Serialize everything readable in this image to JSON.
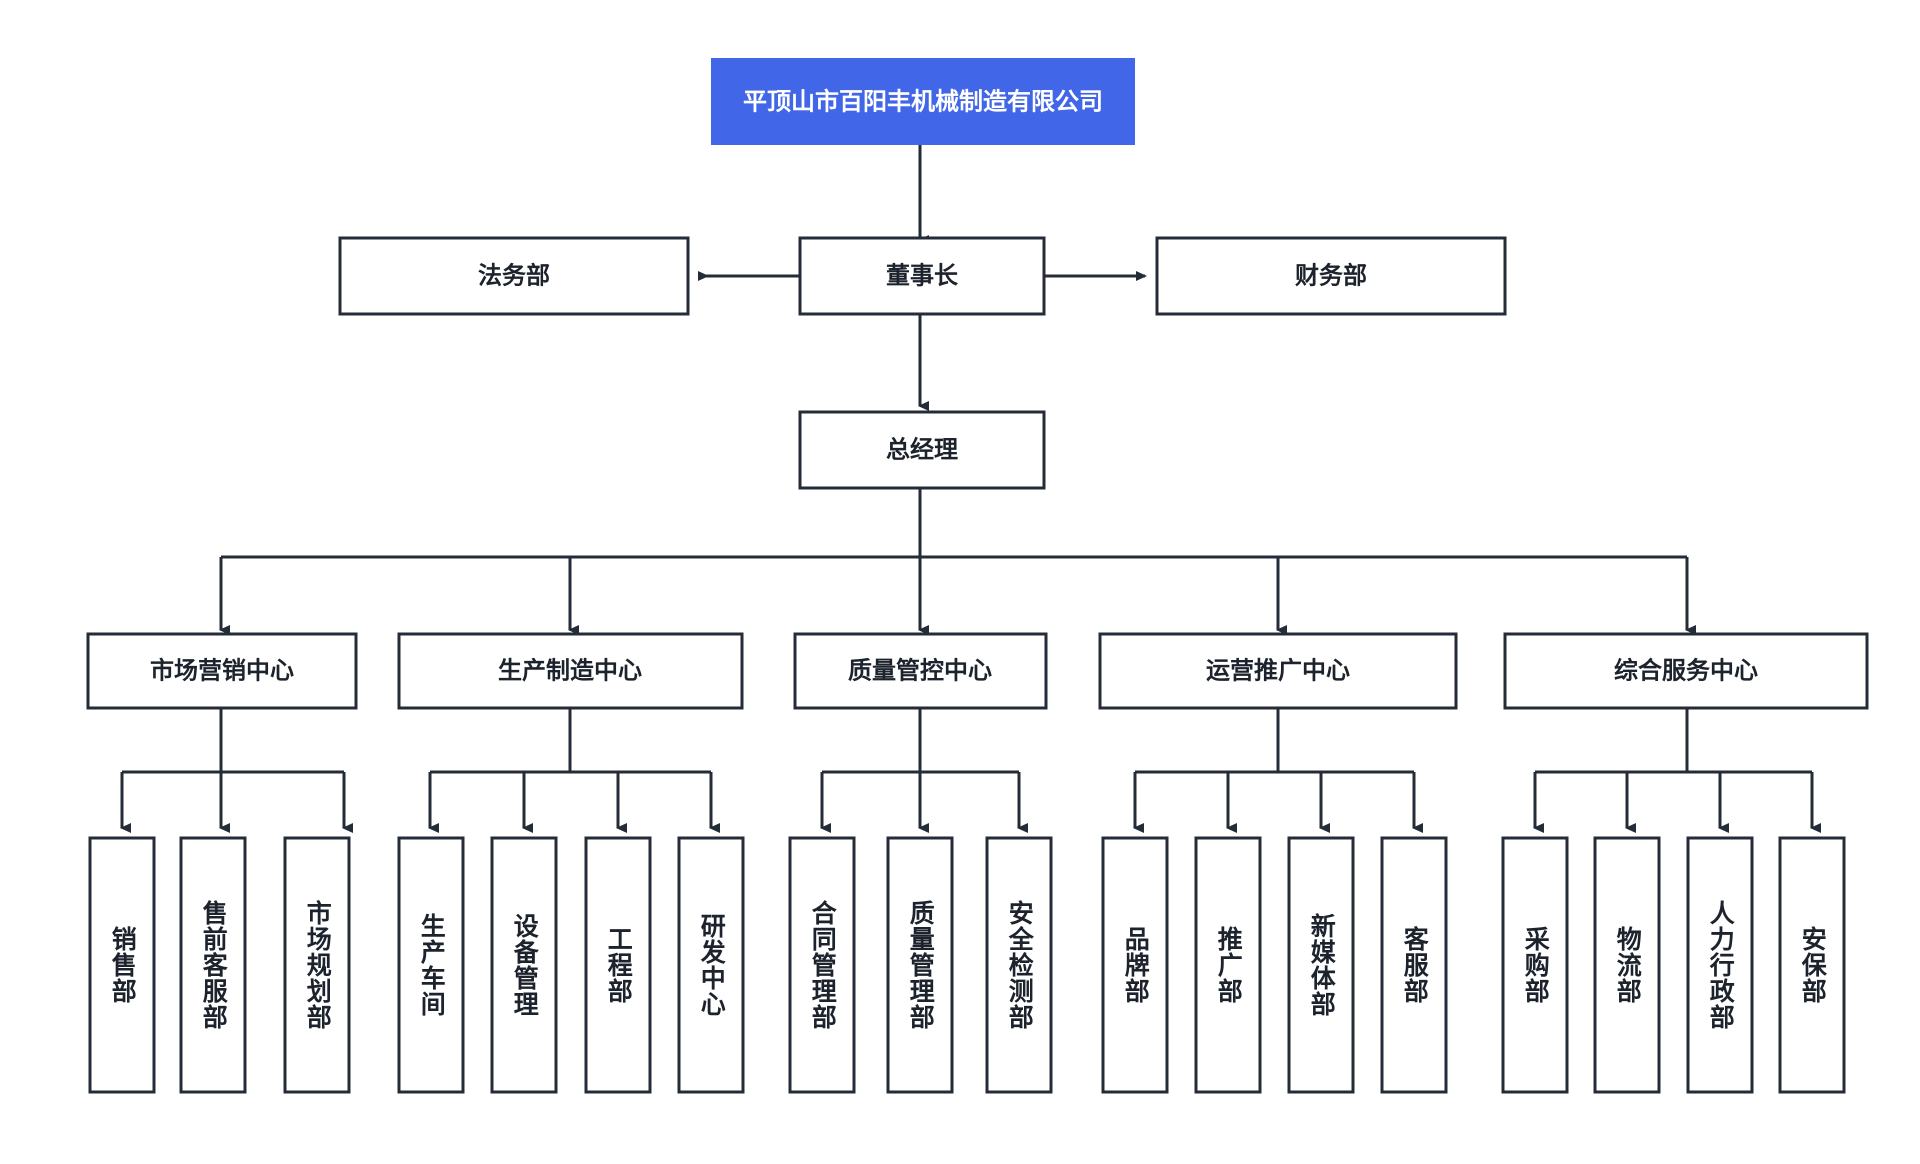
{
  "diagram": {
    "title": "平顶山市百阳丰机械制造有限公司",
    "type": "organization-chart",
    "background_color": "#ffffff",
    "accent_color": "#4266e8",
    "line_color": "#242c38",
    "text_color": "#1d232d"
  },
  "root": {
    "label": "平顶山市百阳丰机械制造有限公司"
  },
  "level2": {
    "left": {
      "label": "法务部"
    },
    "center": {
      "label": "董事长"
    },
    "right": {
      "label": "财务部"
    }
  },
  "level3": {
    "center": {
      "label": "总经理"
    }
  },
  "centers": [
    {
      "label": "市场营销中心",
      "children": [
        {
          "label": "销售部"
        },
        {
          "label": "售前客服部"
        },
        {
          "label": "市场规划部"
        }
      ]
    },
    {
      "label": "生产制造中心",
      "children": [
        {
          "label": "生产车间"
        },
        {
          "label": "设备管理"
        },
        {
          "label": "工程部"
        },
        {
          "label": "研发中心"
        }
      ]
    },
    {
      "label": "质量管控中心",
      "children": [
        {
          "label": "合同管理部"
        },
        {
          "label": "质量管理部"
        },
        {
          "label": "安全检测部"
        }
      ]
    },
    {
      "label": "运营推广中心",
      "children": [
        {
          "label": "品牌部"
        },
        {
          "label": "推广部"
        },
        {
          "label": "新媒体部"
        },
        {
          "label": "客服部"
        }
      ]
    },
    {
      "label": "综合服务中心",
      "children": [
        {
          "label": "采购部"
        },
        {
          "label": "物流部"
        },
        {
          "label": "人力行政部"
        },
        {
          "label": "安保部"
        }
      ]
    }
  ]
}
